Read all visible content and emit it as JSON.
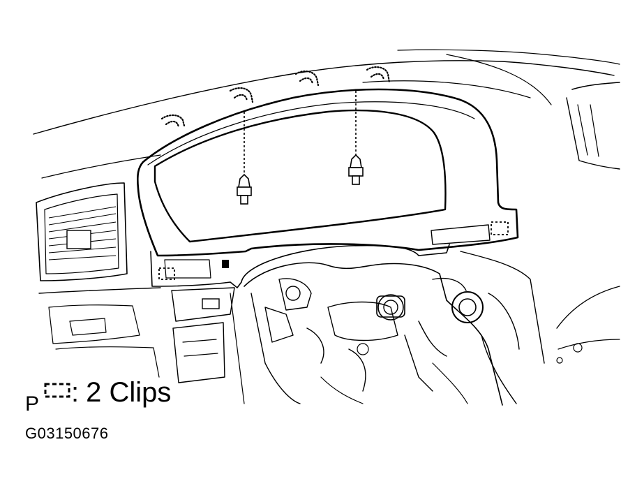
{
  "legend": {
    "prefix": "P",
    "symbol": "dashed-box-clip-symbol",
    "separator": ":",
    "text": "2 Clips"
  },
  "figure_code": "G03150676",
  "colors": {
    "ink": "#000000",
    "paper": "#ffffff"
  }
}
